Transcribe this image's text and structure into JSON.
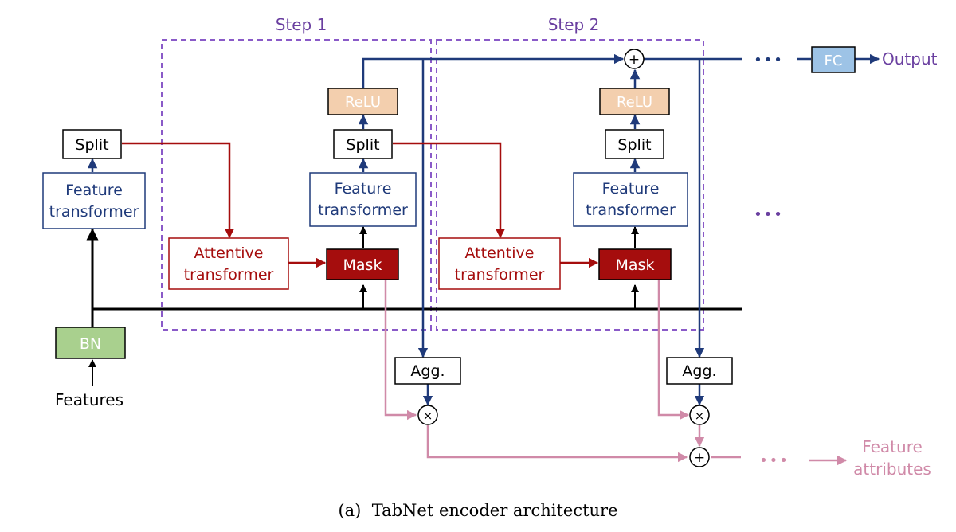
{
  "steps": [
    "Step 1",
    "Step 2"
  ],
  "blocks": {
    "split": "Split",
    "feature_transformer": [
      "Feature",
      "transformer"
    ],
    "attentive_transformer": [
      "Attentive",
      "transformer"
    ],
    "mask": "Mask",
    "relu": "ReLU",
    "agg": "Agg.",
    "bn": "BN",
    "fc": "FC"
  },
  "ops": {
    "plus": "+",
    "times": "×"
  },
  "io": {
    "features": "Features",
    "output": "Output",
    "feature_attributes": [
      "Feature",
      "attributes"
    ],
    "ellipsis": "•••"
  },
  "caption": "(a)  TabNet encoder architecture",
  "colors": {
    "navy": "#1f3a7a",
    "red": "#a50d0d",
    "pink": "#d08aa8",
    "purple": "#6a3fa0",
    "relu_fill": "#f3cfae",
    "bn_fill": "#a9d08e",
    "fc_fill": "#9dc3e6",
    "mask_fill": "#a50d0d"
  }
}
